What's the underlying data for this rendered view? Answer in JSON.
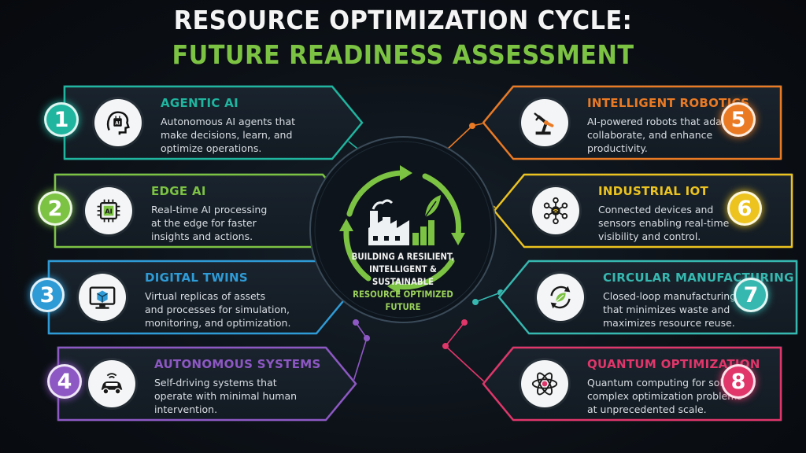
{
  "title": {
    "line1": "RESOURCE OPTIMIZATION CYCLE:",
    "line2": "FUTURE READINESS ASSESSMENT"
  },
  "center": {
    "line1": "BUILDING A RESILIENT,",
    "line2": "INTELLIGENT & SUSTAINABLE",
    "line3": "RESOURCE OPTIMIZED",
    "line4": "FUTURE",
    "icon": "factory-leaf-icon"
  },
  "colors": {
    "teal": "#1fb59f",
    "green": "#7cc243",
    "blue": "#2f9bd6",
    "purple": "#8e58c4",
    "orange": "#ea7a24",
    "yellow": "#ecc31f",
    "cyan": "#36b8b0",
    "pink": "#e0366a"
  },
  "items": [
    {
      "number": "1",
      "title": "AGENTIC AI",
      "desc": "Autonomous AI agents that\nmake decisions, learn, and\noptimize operations.",
      "icon": "ai-head-icon",
      "color": "#1fb59f"
    },
    {
      "number": "2",
      "title": "EDGE AI",
      "desc": "Real-time AI processing\nat the edge for faster\ninsights and actions.",
      "icon": "ai-chip-icon",
      "color": "#7cc243"
    },
    {
      "number": "3",
      "title": "DIGITAL TWINS",
      "desc": "Virtual replicas of assets\nand processes for simulation,\nmonitoring, and optimization.",
      "icon": "monitor-cube-icon",
      "color": "#2f9bd6"
    },
    {
      "number": "4",
      "title": "AUTONOMOUS SYSTEMS",
      "desc": "Self-driving systems that\noperate with minimal human\nintervention.",
      "icon": "self-driving-car-icon",
      "color": "#8e58c4"
    },
    {
      "number": "5",
      "title": "INTELLIGENT ROBOTICS",
      "desc": "AI-powered robots that adapt,\ncollaborate, and enhance\nproductivity.",
      "icon": "robot-arm-icon",
      "color": "#ea7a24"
    },
    {
      "number": "6",
      "title": "INDUSTRIAL IOT",
      "desc": "Connected devices and\nsensors enabling real-time\nvisibility and control.",
      "icon": "iot-network-icon",
      "color": "#ecc31f"
    },
    {
      "number": "7",
      "title": "CIRCULAR MANUFACTURING",
      "desc": "Closed-loop manufacturing\nthat minimizes waste and\nmaximizes resource reuse.",
      "icon": "recycle-leaf-icon",
      "color": "#36b8b0"
    },
    {
      "number": "8",
      "title": "QUANTUM OPTIMIZATION",
      "desc": "Quantum computing for solving\ncomplex optimization problems\nat unprecedented scale.",
      "icon": "atom-icon",
      "color": "#e0366a"
    }
  ]
}
